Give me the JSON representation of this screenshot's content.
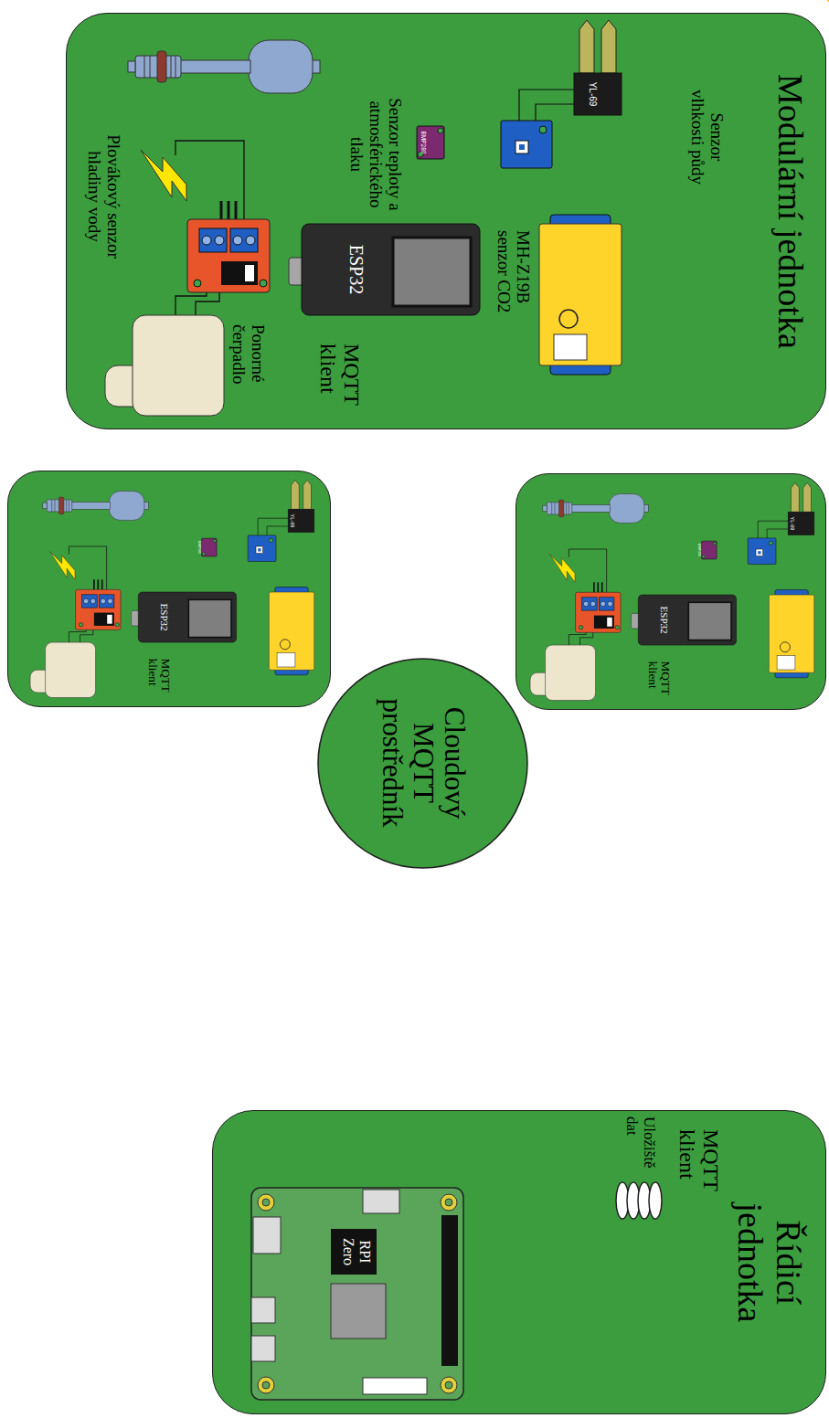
{
  "diagram": {
    "nodes": [
      {
        "text": [
          "Modulární jednotka",
          "MQTT klient"
        ]
      },
      {
        "text": [
          "MQTT klient"
        ]
      },
      {
        "text": [
          "MQTT klient"
        ]
      },
      {
        "text": [
          "Cloudový MQTT prostředník"
        ]
      },
      {
        "text": [
          "Řídicí jednotka",
          "MQTT klient"
        ]
      }
    ],
    "edges": [
      {
        "from": 0,
        "to": 3,
        "arrow": "both"
      },
      {
        "from": 1,
        "to": 3,
        "arrow": "both"
      },
      {
        "from": 2,
        "to": 3,
        "arrow": "both"
      },
      {
        "from": 3,
        "to": 4,
        "arrow": "both"
      }
    ],
    "labels": [
      "Senzor vlhkosti půdy",
      "YL-69",
      "BMP280",
      "Senzor teploty a atmosférického tlaku",
      "Plovákový senzor hladiny vody",
      "ESP32",
      "MH-Z19B senzor CO2",
      "Ponorné čerpadlo",
      "YL-69",
      "BMP280",
      "ESP32",
      "YL-69",
      "BMP280",
      "ESP32",
      "Uložiště dat",
      "RPI Zero"
    ]
  }
}
